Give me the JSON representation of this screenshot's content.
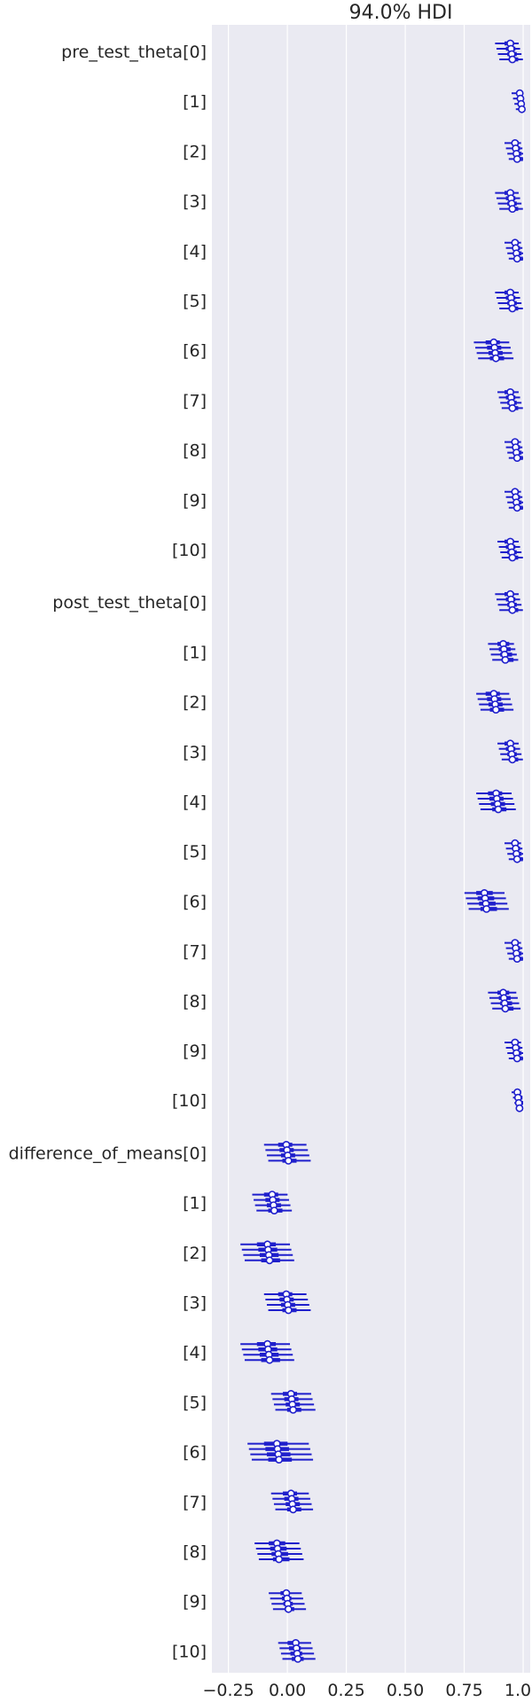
{
  "chart_data": {
    "type": "forest",
    "title": "94.0% HDI",
    "xlim": [
      -0.32,
      1.03
    ],
    "x_ticks": [
      -0.25,
      0.0,
      0.25,
      0.5,
      0.75,
      1.0
    ],
    "x_tick_labels": [
      "−0.25",
      "0.00",
      "0.25",
      "0.50",
      "0.75",
      "1.00"
    ],
    "grid": true,
    "colors": {
      "background": "#EAEAF2",
      "grid": "#FFFFFF",
      "marker": "#1F1FCC",
      "text": "#262626"
    },
    "chains": 4,
    "groups": [
      {
        "name": "pre_test_theta",
        "labels": [
          "pre_test_theta[0]",
          "[1]",
          "[2]",
          "[3]",
          "[4]",
          "[5]",
          "[6]",
          "[7]",
          "[8]",
          "[9]",
          "[10]"
        ],
        "rows": [
          {
            "mean": 0.95,
            "hdi": [
              0.89,
              0.99
            ],
            "iqr": [
              0.93,
              0.97
            ]
          },
          {
            "mean": 0.99,
            "hdi": [
              0.96,
              1.0
            ],
            "iqr": [
              0.98,
              1.0
            ]
          },
          {
            "mean": 0.97,
            "hdi": [
              0.93,
              1.0
            ],
            "iqr": [
              0.96,
              0.99
            ]
          },
          {
            "mean": 0.95,
            "hdi": [
              0.89,
              0.99
            ],
            "iqr": [
              0.93,
              0.97
            ]
          },
          {
            "mean": 0.97,
            "hdi": [
              0.93,
              1.0
            ],
            "iqr": [
              0.96,
              0.99
            ]
          },
          {
            "mean": 0.95,
            "hdi": [
              0.89,
              0.99
            ],
            "iqr": [
              0.93,
              0.97
            ]
          },
          {
            "mean": 0.88,
            "hdi": [
              0.8,
              0.95
            ],
            "iqr": [
              0.85,
              0.91
            ]
          },
          {
            "mean": 0.95,
            "hdi": [
              0.9,
              0.99
            ],
            "iqr": [
              0.93,
              0.97
            ]
          },
          {
            "mean": 0.97,
            "hdi": [
              0.93,
              1.0
            ],
            "iqr": [
              0.96,
              0.99
            ]
          },
          {
            "mean": 0.97,
            "hdi": [
              0.93,
              1.0
            ],
            "iqr": [
              0.96,
              0.99
            ]
          },
          {
            "mean": 0.95,
            "hdi": [
              0.9,
              0.99
            ],
            "iqr": [
              0.93,
              0.97
            ]
          }
        ]
      },
      {
        "name": "post_test_theta",
        "labels": [
          "post_test_theta[0]",
          "[1]",
          "[2]",
          "[3]",
          "[4]",
          "[5]",
          "[6]",
          "[7]",
          "[8]",
          "[9]",
          "[10]"
        ],
        "rows": [
          {
            "mean": 0.95,
            "hdi": [
              0.89,
              0.99
            ],
            "iqr": [
              0.93,
              0.97
            ]
          },
          {
            "mean": 0.92,
            "hdi": [
              0.86,
              0.97
            ],
            "iqr": [
              0.9,
              0.95
            ]
          },
          {
            "mean": 0.88,
            "hdi": [
              0.81,
              0.95
            ],
            "iqr": [
              0.85,
              0.91
            ]
          },
          {
            "mean": 0.95,
            "hdi": [
              0.9,
              0.99
            ],
            "iqr": [
              0.93,
              0.97
            ]
          },
          {
            "mean": 0.89,
            "hdi": [
              0.81,
              0.96
            ],
            "iqr": [
              0.86,
              0.92
            ]
          },
          {
            "mean": 0.97,
            "hdi": [
              0.93,
              1.0
            ],
            "iqr": [
              0.96,
              0.99
            ]
          },
          {
            "mean": 0.84,
            "hdi": [
              0.76,
              0.93
            ],
            "iqr": [
              0.81,
              0.88
            ]
          },
          {
            "mean": 0.97,
            "hdi": [
              0.93,
              1.0
            ],
            "iqr": [
              0.96,
              0.99
            ]
          },
          {
            "mean": 0.92,
            "hdi": [
              0.86,
              0.98
            ],
            "iqr": [
              0.9,
              0.95
            ]
          },
          {
            "mean": 0.97,
            "hdi": [
              0.93,
              1.0
            ],
            "iqr": [
              0.96,
              0.99
            ]
          },
          {
            "mean": 0.98,
            "hdi": [
              0.96,
              1.0
            ],
            "iqr": [
              0.97,
              1.0
            ]
          }
        ]
      },
      {
        "name": "difference_of_means",
        "labels": [
          "difference_of_means[0]",
          "[1]",
          "[2]",
          "[3]",
          "[4]",
          "[5]",
          "[6]",
          "[7]",
          "[8]",
          "[9]",
          "[10]"
        ],
        "rows": [
          {
            "mean": 0.0,
            "hdi": [
              -0.09,
              0.09
            ],
            "iqr": [
              -0.03,
              0.03
            ]
          },
          {
            "mean": -0.06,
            "hdi": [
              -0.14,
              0.01
            ],
            "iqr": [
              -0.09,
              -0.03
            ]
          },
          {
            "mean": -0.08,
            "hdi": [
              -0.19,
              0.02
            ],
            "iqr": [
              -0.12,
              -0.04
            ]
          },
          {
            "mean": 0.0,
            "hdi": [
              -0.09,
              0.09
            ],
            "iqr": [
              -0.03,
              0.03
            ]
          },
          {
            "mean": -0.08,
            "hdi": [
              -0.19,
              0.02
            ],
            "iqr": [
              -0.12,
              -0.04
            ]
          },
          {
            "mean": 0.02,
            "hdi": [
              -0.06,
              0.11
            ],
            "iqr": [
              -0.01,
              0.05
            ]
          },
          {
            "mean": -0.04,
            "hdi": [
              -0.16,
              0.1
            ],
            "iqr": [
              -0.09,
              0.01
            ]
          },
          {
            "mean": 0.02,
            "hdi": [
              -0.06,
              0.1
            ],
            "iqr": [
              -0.01,
              0.05
            ]
          },
          {
            "mean": -0.04,
            "hdi": [
              -0.13,
              0.06
            ],
            "iqr": [
              -0.07,
              0.0
            ]
          },
          {
            "mean": 0.0,
            "hdi": [
              -0.07,
              0.07
            ],
            "iqr": [
              -0.02,
              0.02
            ]
          },
          {
            "mean": 0.04,
            "hdi": [
              -0.03,
              0.11
            ],
            "iqr": [
              0.01,
              0.06
            ]
          }
        ]
      }
    ]
  }
}
